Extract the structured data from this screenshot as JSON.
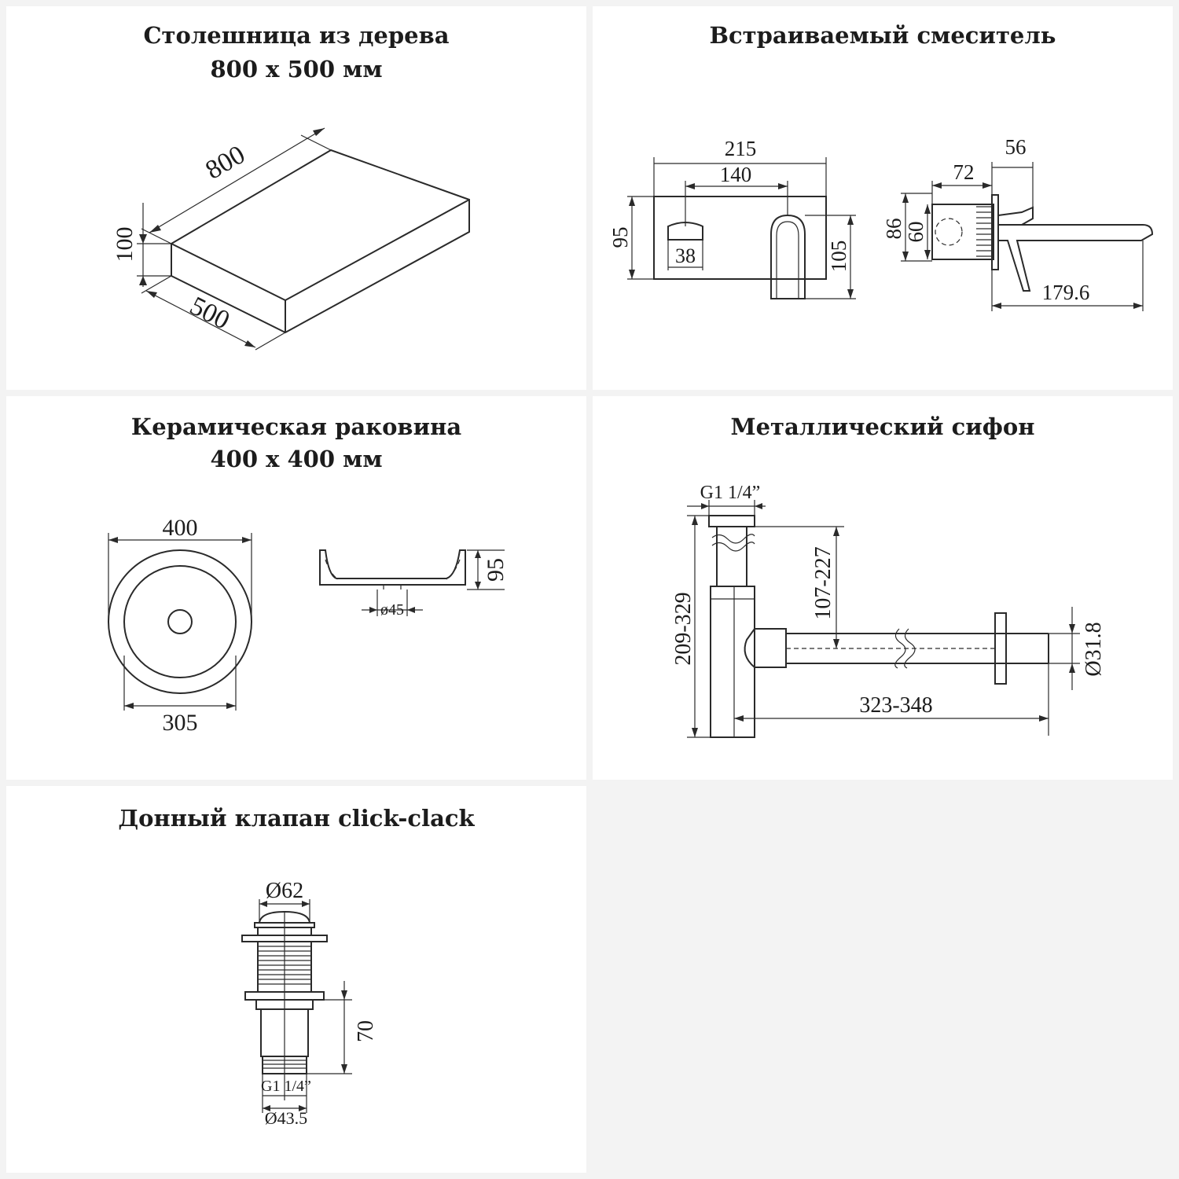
{
  "panels": {
    "countertop": {
      "title_line1": "Столешница из дерева",
      "title_line2": "800 х 500 мм",
      "dims": {
        "length": "800",
        "height": "100",
        "depth": "500"
      }
    },
    "faucet": {
      "title": "Встраиваемый смеситель",
      "dims": {
        "width": "215",
        "spacing": "140",
        "height_left": "95",
        "knob": "38",
        "height_right": "105",
        "depth_top": "56",
        "body": "72",
        "h86": "86",
        "h60": "60",
        "spout": "179.6"
      }
    },
    "sink": {
      "title_line1": "Керамическая раковина",
      "title_line2": "400 х 400 мм",
      "dims": {
        "outer": "400",
        "inner": "305",
        "height": "95",
        "drain": "ø45"
      }
    },
    "siphon": {
      "title": "Металлический сифон",
      "dims": {
        "thread": "G1 1/4”",
        "height": "209-329",
        "inlet": "107-227",
        "length": "323-348",
        "pipe": "Ø31.8"
      }
    },
    "valve": {
      "title": "Донный клапан click-clack",
      "dims": {
        "cap": "Ø62",
        "height": "70",
        "thread": "G1 1/4”",
        "bottom": "Ø43.5"
      }
    }
  }
}
